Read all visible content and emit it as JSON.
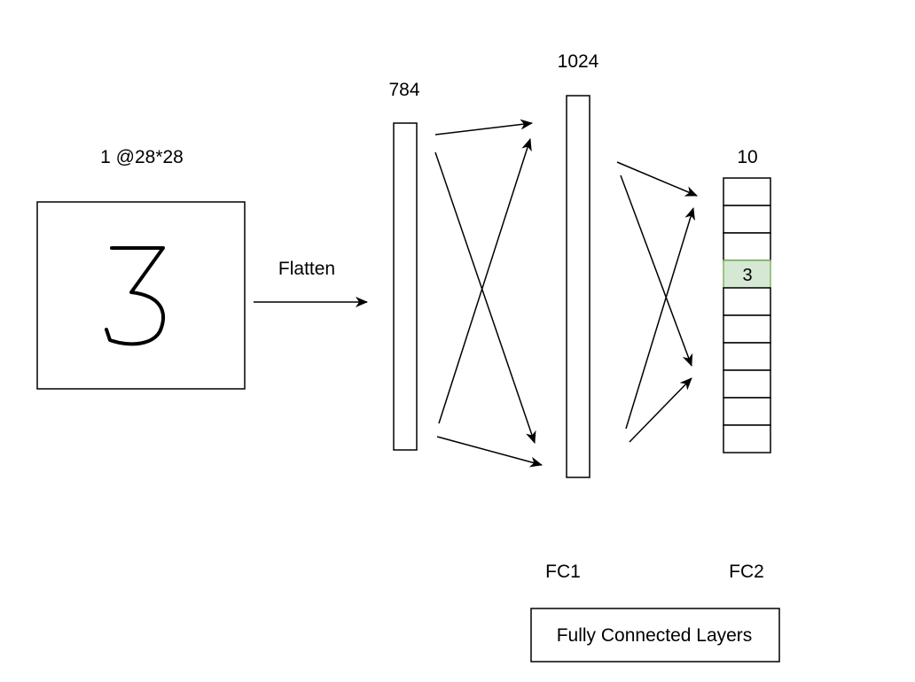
{
  "input": {
    "dims_label": "1 @28*28",
    "digit": "3"
  },
  "flatten_label": "Flatten",
  "layers": {
    "flat": {
      "size_label": "784"
    },
    "fc1": {
      "size_label": "1024",
      "name_label": "FC1"
    },
    "fc2": {
      "size_label": "10",
      "name_label": "FC2",
      "cell_count": 10,
      "highlighted_index": 3,
      "highlighted_label": "3"
    }
  },
  "caption": "Fully Connected Layers",
  "colors": {
    "stroke": "#000000",
    "highlight_fill": "#d5e8d4",
    "highlight_stroke": "#82b366"
  }
}
